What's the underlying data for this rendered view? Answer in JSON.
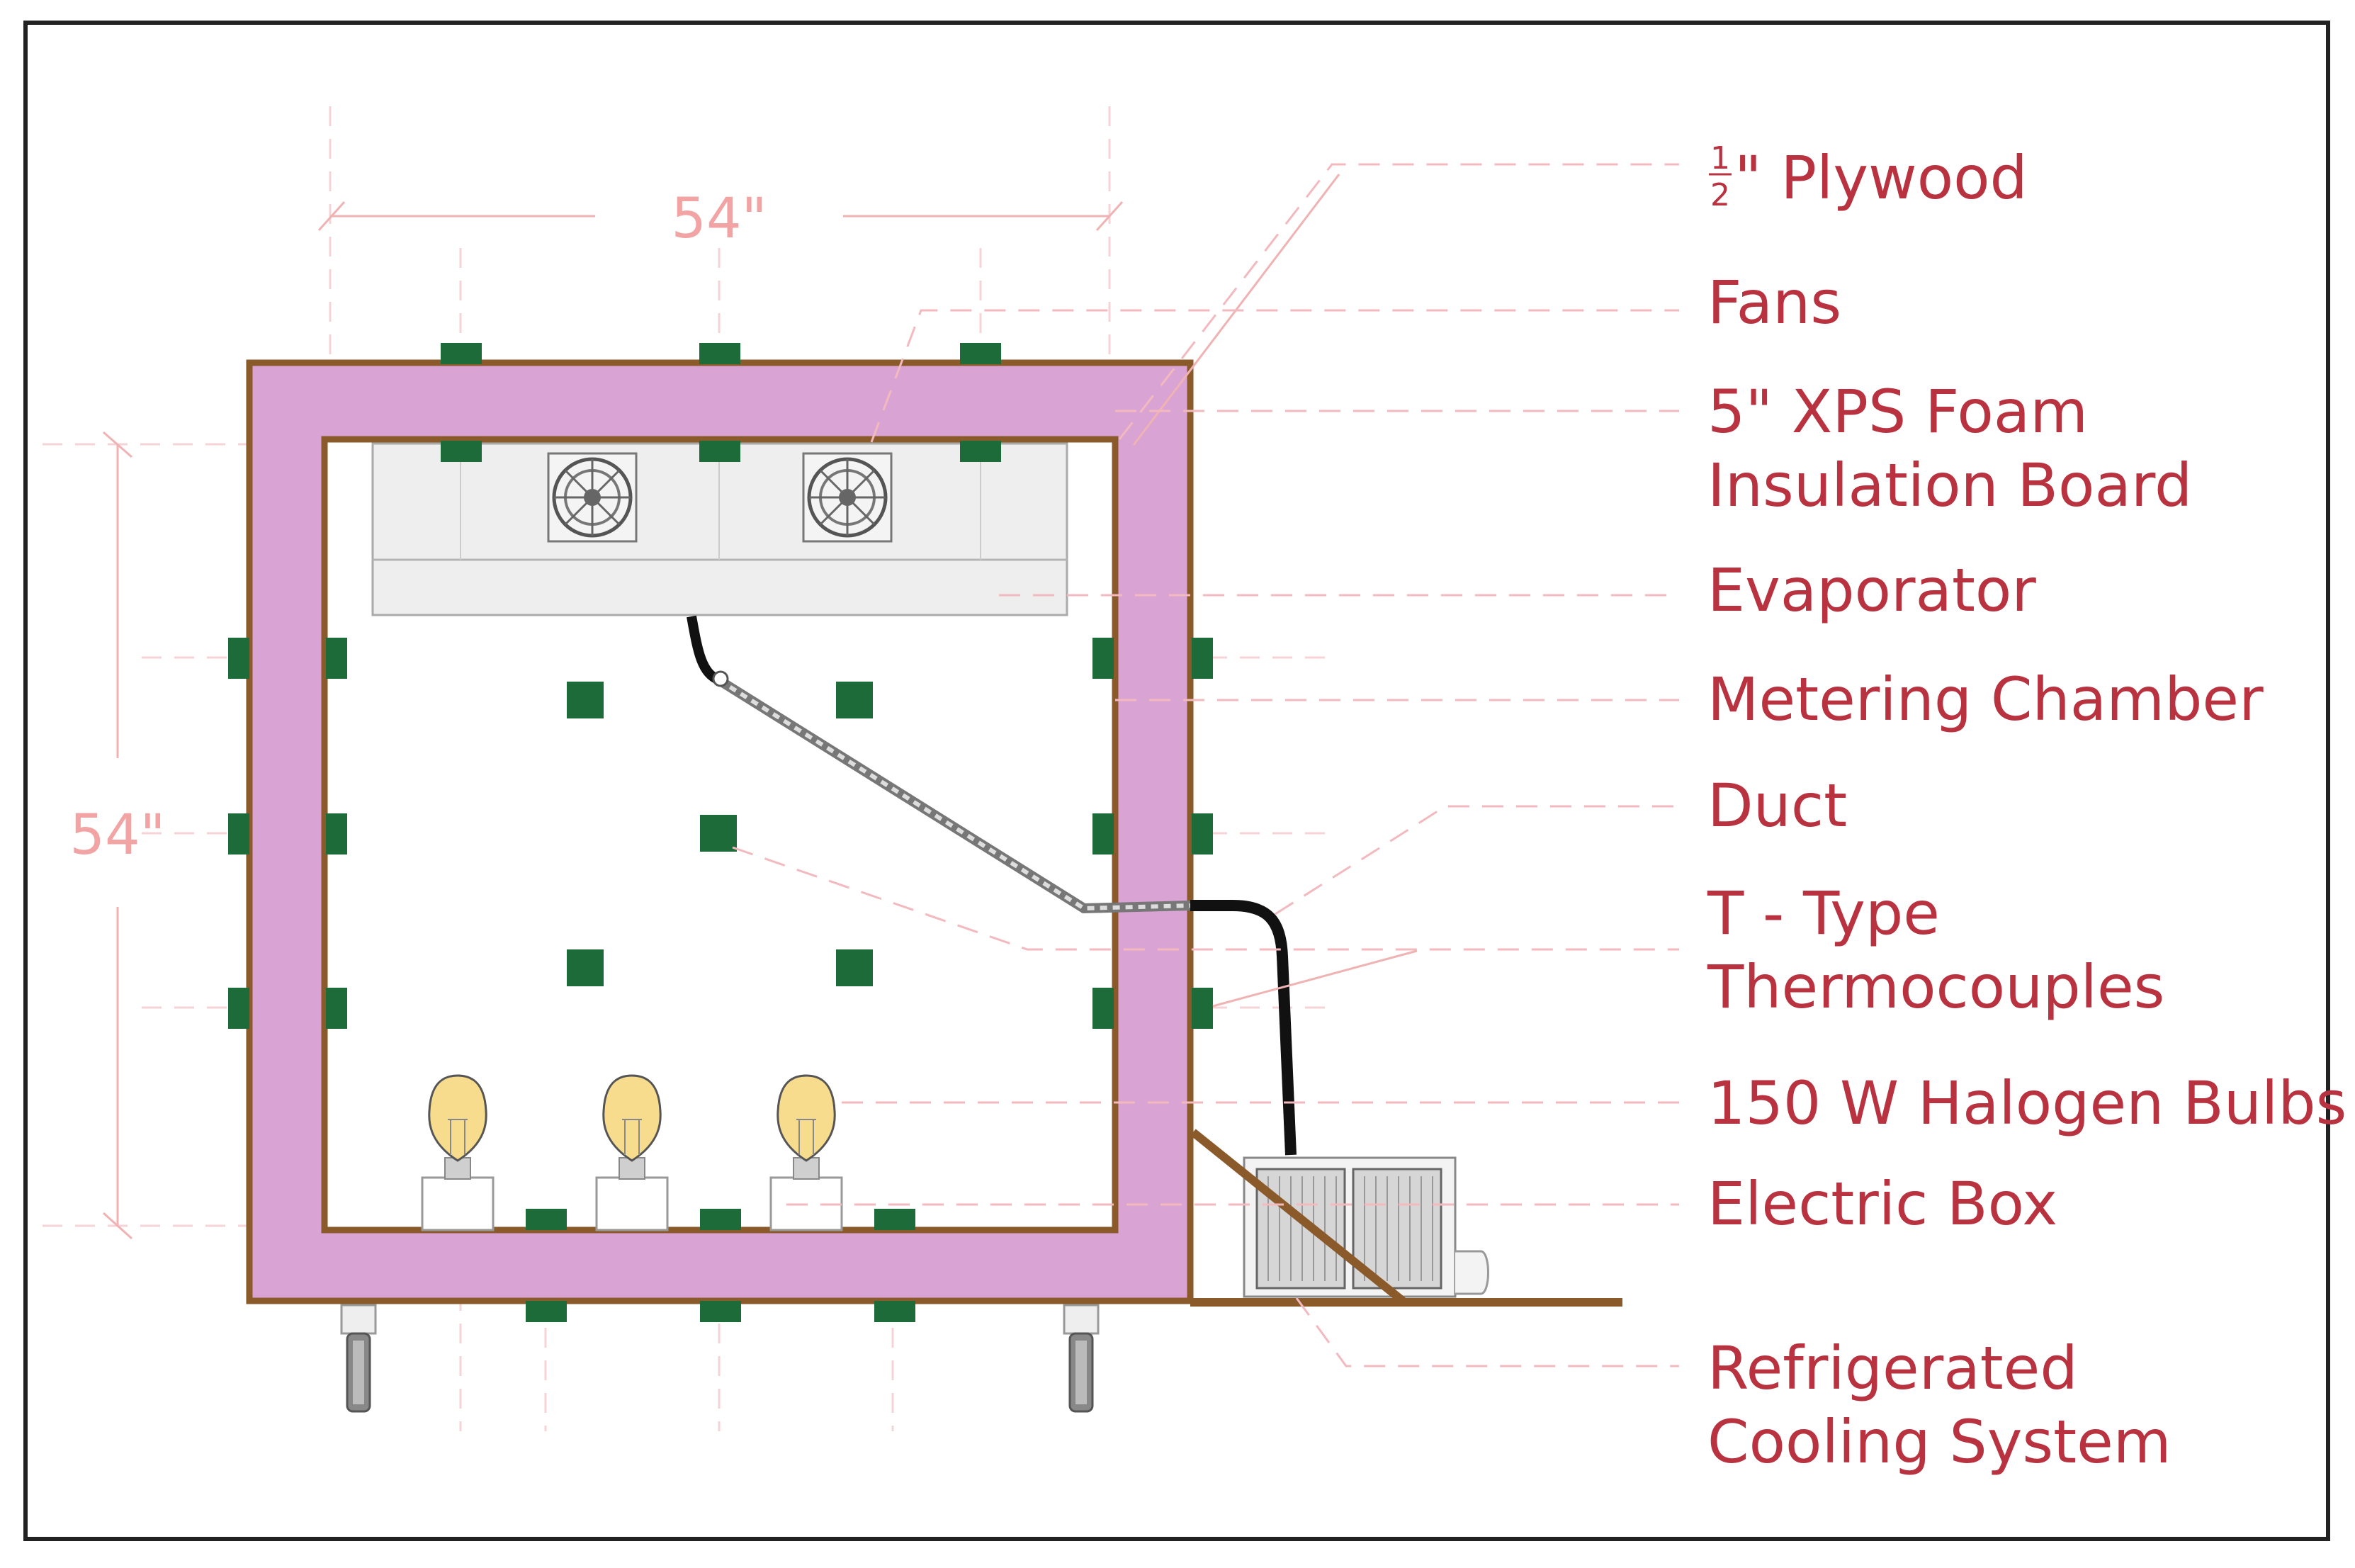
{
  "dimensions": {
    "width": "54\"",
    "height": "54\""
  },
  "labels": {
    "plywood_frac_num": "1",
    "plywood_frac_den": "2",
    "plywood": "\" Plywood",
    "fans": "Fans",
    "xps_line1": "5\" XPS Foam",
    "xps_line2": "Insulation Board",
    "evaporator": "Evaporator",
    "metering": "Metering Chamber",
    "duct": "Duct",
    "thermo_line1": "T - Type",
    "thermo_line2": "Thermocouples",
    "bulbs": "150 W Halogen Bulbs",
    "electric": "Electric Box",
    "cooling_line1": "Refrigerated",
    "cooling_line2": "Cooling System"
  },
  "colors": {
    "insulation": "#d9a3d4",
    "plywood": "#8b5a2b",
    "sensor": "#1e6b3a",
    "label": "#b8323f",
    "dimension": "#f2a3a3",
    "evaporator": "#eeeeee",
    "bulb": "#f7dc8d",
    "duct": "#111111"
  }
}
